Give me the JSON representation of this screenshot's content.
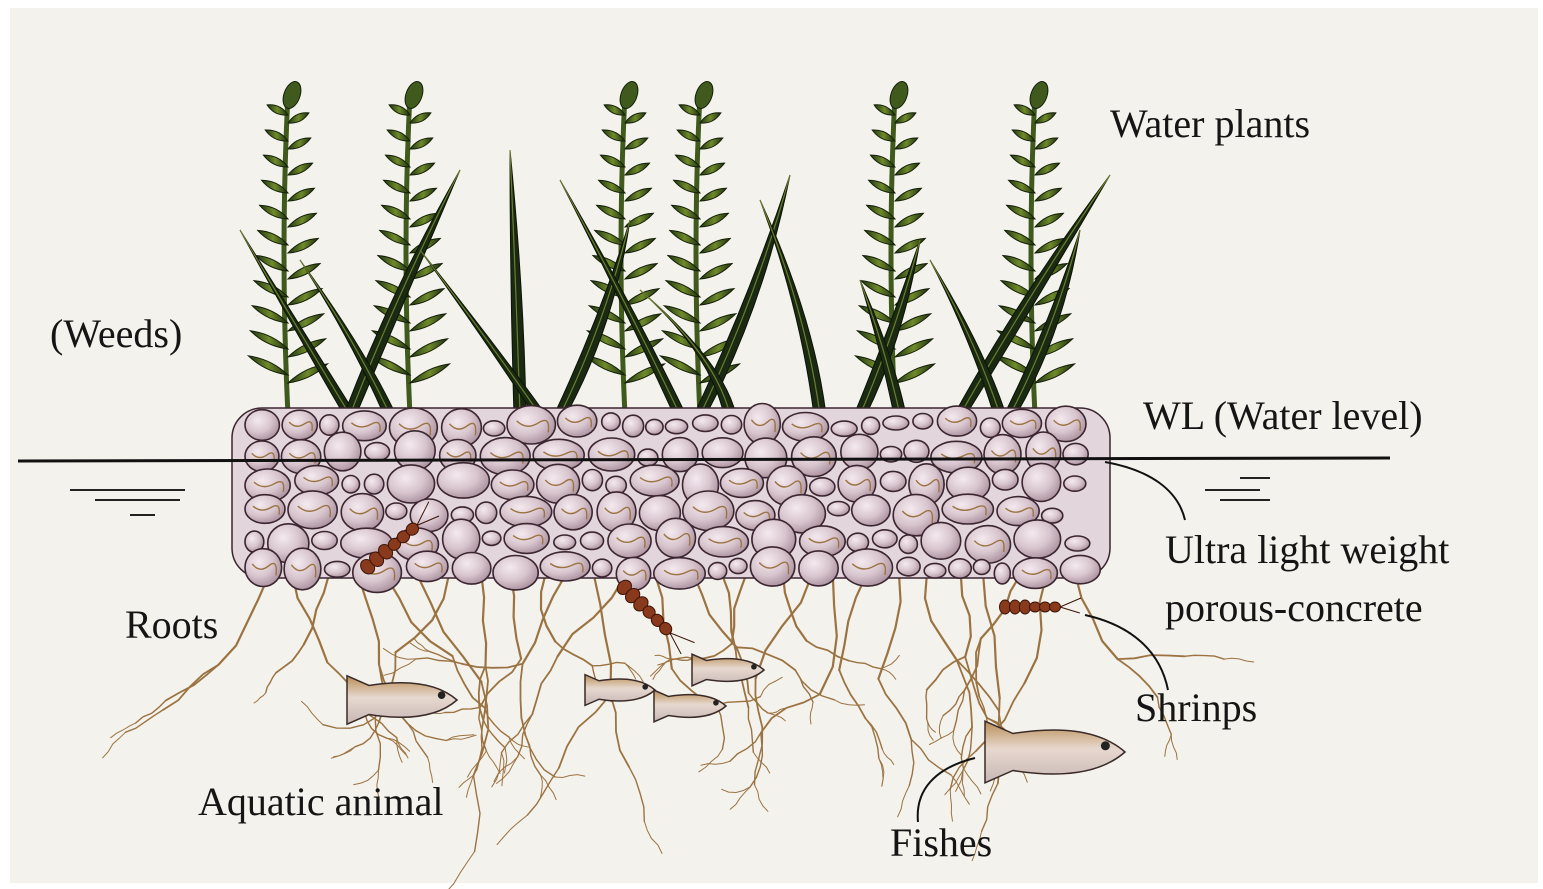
{
  "labels": {
    "water_plants": "Water plants",
    "weeds": "(Weeds)",
    "water_level": "WL (Water level)",
    "concrete_line1": "Ultra light weight",
    "concrete_line2": "porous-concrete",
    "roots": "Roots",
    "shrimps": "Shrinps",
    "aquatic_animal": "Aquatic animal",
    "fishes": "Fishes"
  },
  "colors": {
    "background": "#f4f2ec",
    "plant_dark": "#1a2a12",
    "plant_green": "#3f5a1c",
    "plant_highlight": "#8fa33a",
    "stone_fill": "#d6c3cc",
    "stone_highlight": "#f1e6eb",
    "stone_edge": "#3b2530",
    "root": "#9b7342",
    "shrimp": "#8a3a1c",
    "fish_body": "#d8c8c0",
    "fish_back": "#c9a36a"
  }
}
